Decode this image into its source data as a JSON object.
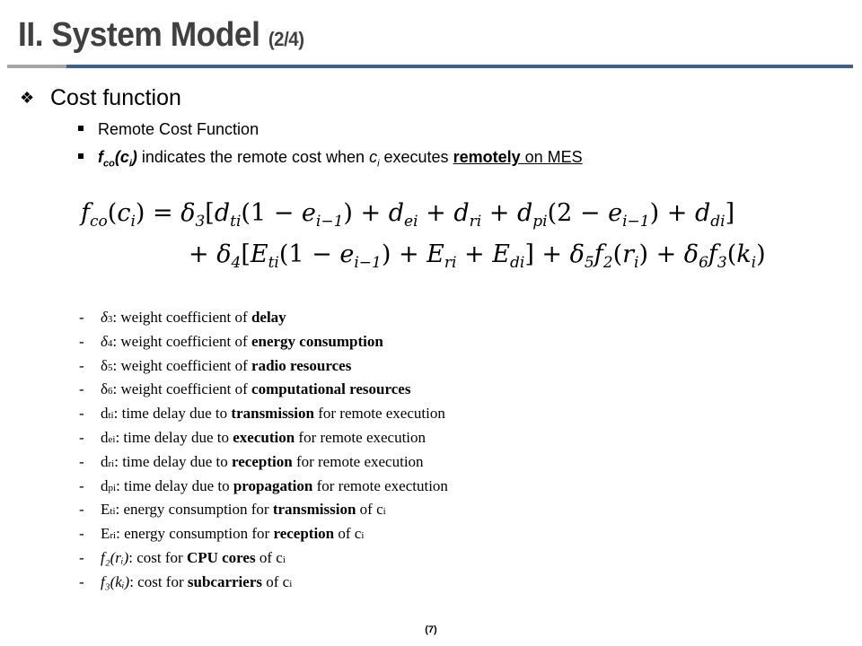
{
  "title": {
    "main": "II. System Model",
    "part": "(2/4)"
  },
  "bullet1": "Cost function",
  "bullet2": "Remote Cost Function",
  "bullet3": {
    "f": "f",
    "f_sub": "co",
    "arg": "c",
    "arg_sub": "i",
    "mid1": " indicates the remote cost when ",
    "c": "c",
    "c_sub": "i",
    "mid2": " executes ",
    "emph": "remotely",
    "end": " on MES"
  },
  "equation": {
    "line1": [
      {
        "t": "f",
        "s": "co",
        "i": true
      },
      {
        "t": "("
      },
      {
        "t": "c",
        "s": "i",
        "i": true
      },
      {
        "t": ") = "
      },
      {
        "t": "δ",
        "s": "3",
        "i": true
      },
      {
        "t": "["
      },
      {
        "t": "d",
        "s": "ti",
        "i": true
      },
      {
        "t": "(1 − "
      },
      {
        "t": "e",
        "s": "i−1",
        "i": true
      },
      {
        "t": ") + "
      },
      {
        "t": "d",
        "s": "ei",
        "i": true
      },
      {
        "t": " + "
      },
      {
        "t": "d",
        "s": "ri",
        "i": true
      },
      {
        "t": " + "
      },
      {
        "t": "d",
        "s": "pi",
        "i": true
      },
      {
        "t": "(2 − "
      },
      {
        "t": "e",
        "s": "i−1",
        "i": true
      },
      {
        "t": ") + "
      },
      {
        "t": "d",
        "s": "di",
        "i": true
      },
      {
        "t": "]"
      }
    ],
    "line2": [
      {
        "t": "+ "
      },
      {
        "t": "δ",
        "s": "4",
        "i": true
      },
      {
        "t": "["
      },
      {
        "t": "E",
        "s": "ti",
        "i": true
      },
      {
        "t": "(1 − "
      },
      {
        "t": "e",
        "s": "i−1",
        "i": true
      },
      {
        "t": ") + "
      },
      {
        "t": "E",
        "s": "ri",
        "i": true
      },
      {
        "t": " + "
      },
      {
        "t": "E",
        "s": "di",
        "i": true
      },
      {
        "t": "] + "
      },
      {
        "t": "δ",
        "s": "5",
        "i": true
      },
      {
        "t": "f",
        "s": "2",
        "i": true
      },
      {
        "t": "("
      },
      {
        "t": "r",
        "s": "i",
        "i": true
      },
      {
        "t": ") + "
      },
      {
        "t": "δ",
        "s": "6",
        "i": true
      },
      {
        "t": "f",
        "s": "3",
        "i": true
      },
      {
        "t": "("
      },
      {
        "t": "k",
        "s": "i",
        "i": true
      },
      {
        "t": ")"
      }
    ]
  },
  "definitions": [
    {
      "sym": "δ",
      "sub": "3",
      "it": true,
      "text": ": weight coefficient of ",
      "bold": "delay",
      "tail": "",
      "tail_sub": ""
    },
    {
      "sym": "δ",
      "sub": "4",
      "it": true,
      "text": ": weight coefficient of ",
      "bold": "energy consumption",
      "tail": "",
      "tail_sub": ""
    },
    {
      "sym": "δ",
      "sub": "5",
      "it": false,
      "text": ": weight coefficient of ",
      "bold": "radio resources",
      "tail": "",
      "tail_sub": ""
    },
    {
      "sym": "δ",
      "sub": "6",
      "it": false,
      "text": ": weight coefficient of ",
      "bold": "computational resources",
      "tail": "",
      "tail_sub": ""
    },
    {
      "sym": "d",
      "sub": "ti",
      "it": false,
      "text": ": time delay due to ",
      "bold": "transmission",
      "tail": " for remote execution",
      "tail_sub": ""
    },
    {
      "sym": "d",
      "sub": "ei",
      "it": false,
      "text": ": time delay due to ",
      "bold": "execution",
      "tail": " for remote execution",
      "tail_sub": ""
    },
    {
      "sym": "d",
      "sub": "ri",
      "it": false,
      "text": ": time delay due to ",
      "bold": "reception",
      "tail": " for remote execution",
      "tail_sub": ""
    },
    {
      "sym": "d",
      "sub": "pi",
      "it": false,
      "text": ": time delay due to ",
      "bold": "propagation",
      "tail": " for remote exectution",
      "tail_sub": ""
    },
    {
      "sym": "E",
      "sub": "ti",
      "it": false,
      "text": ": energy consumption for ",
      "bold": "transmission",
      "tail": " of c",
      "tail_sub": "i"
    },
    {
      "sym": "E",
      "sub": "ri",
      "it": false,
      "text": ": energy consumption for ",
      "bold": "reception",
      "tail": " of c",
      "tail_sub": "i"
    },
    {
      "sym": "f₂(rᵢ)",
      "sub": "",
      "it": true,
      "text": ": cost for ",
      "bold": "CPU cores",
      "tail": " of c",
      "tail_sub": "i"
    },
    {
      "sym": "f₃(kᵢ)",
      "sub": "",
      "it": true,
      "text": ": cost for ",
      "bold": "subcarriers",
      "tail": " of c",
      "tail_sub": "i"
    }
  ],
  "dash": "-",
  "page_number": "(7)"
}
